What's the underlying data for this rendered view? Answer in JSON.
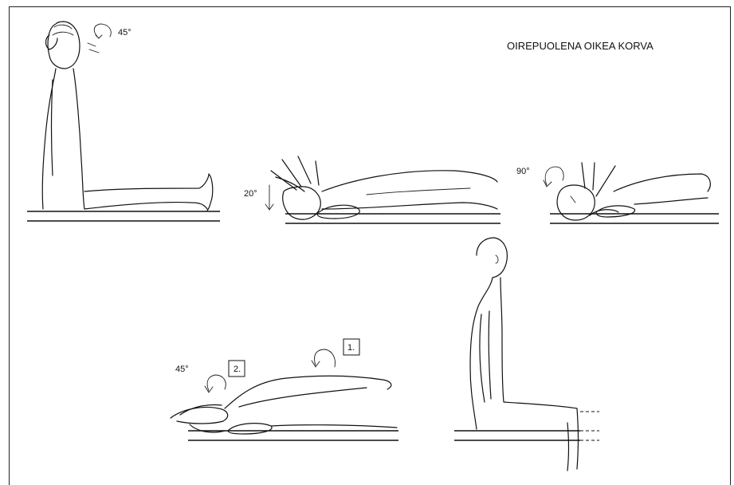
{
  "heading": "OIREPUOLENA OIKEA KORVA",
  "steps": {
    "step1_angle": "45°",
    "step2_angle": "20°",
    "step3_angle": "90°",
    "step4_angle": "45°",
    "step4_box1": "1.",
    "step4_box2": "2."
  }
}
